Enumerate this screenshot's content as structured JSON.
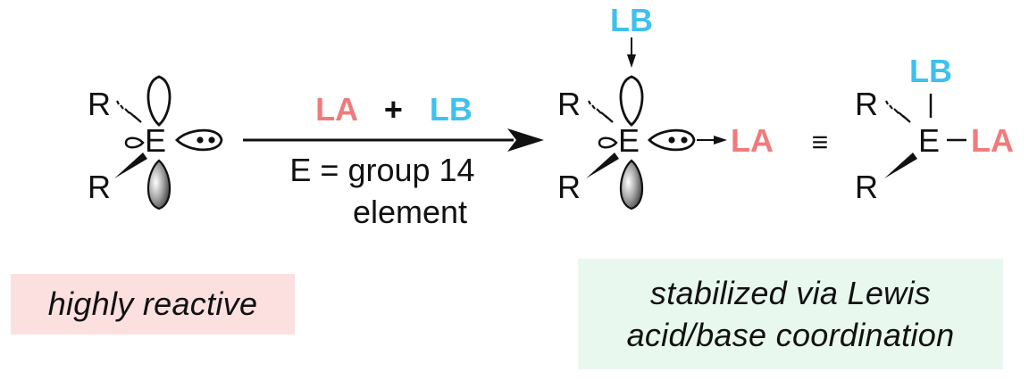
{
  "reactant": {
    "substituent_1": "R",
    "substituent_2": "R",
    "center": "E"
  },
  "reaction_arrow": {
    "reagent_LA": "LA",
    "reagent_plus": "+",
    "reagent_LB": "LB",
    "condition_line1": "E = group 14",
    "condition_line2": "element"
  },
  "adduct": {
    "base": "LB",
    "substituent_1": "R",
    "substituent_2": "R",
    "center": "E",
    "acid": "LA"
  },
  "equivalence_symbol": "≡",
  "simplified_adduct": {
    "base": "LB",
    "substituent_1": "R",
    "substituent_2": "R",
    "center": "E",
    "acid": "LA"
  },
  "captions": {
    "reactive": "highly reactive",
    "stabilized_line1": "stabilized via Lewis",
    "stabilized_line2": "acid/base coordination"
  },
  "colors": {
    "lewis_acid": "#f07b7b",
    "lewis_base": "#3ec1ee",
    "reactive_box": "#fce0e0",
    "stabilized_box": "#e9f8ef",
    "ink": "#111111"
  }
}
